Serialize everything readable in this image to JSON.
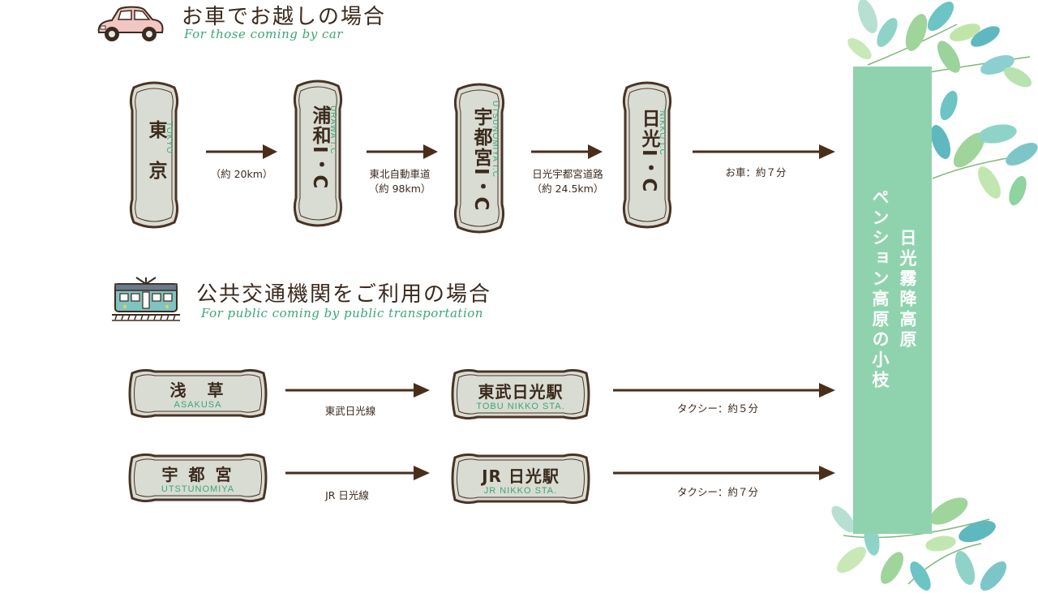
{
  "car_section": {
    "title": "お車でお越しの場合",
    "subtitle": "For those coming by car",
    "stations": [
      {
        "jp": "東　京",
        "en": "TOKYO"
      },
      {
        "jp": "浦和I・C",
        "en": "URAWA I.C"
      },
      {
        "jp": "宇都宮I・C",
        "en": "UTSUNOMIYA I.C"
      },
      {
        "jp": "日光I・C",
        "en": "NIKKO I.C"
      }
    ],
    "segments": [
      {
        "line1": "（約 20km）",
        "line2": ""
      },
      {
        "line1": "東北自動車道",
        "line2": "（約 98km）"
      },
      {
        "line1": "日光宇都宮道路",
        "line2": "（約 24.5km）"
      },
      {
        "line1": "お車：約７分",
        "line2": ""
      }
    ]
  },
  "transit_section": {
    "title": "公共交通機関をご利用の場合",
    "subtitle": "For public coming by public transportation",
    "routes": [
      {
        "from": {
          "jp": "浅　草",
          "en": "ASAKUSA"
        },
        "line": "東武日光線",
        "to": {
          "jp": "東武日光駅",
          "en": "TOBU NIKKO STA."
        },
        "taxi": "タクシー：約５分"
      },
      {
        "from": {
          "jp": "宇 都 宮",
          "en": "UTSTUNOMIYA"
        },
        "line": "JR 日光線",
        "to": {
          "jp": "JR 日光駅",
          "en": "JR NIKKO STA."
        },
        "taxi": "タクシー：約７分"
      }
    ]
  },
  "destination": {
    "line1": "日光霧降高原",
    "line2": "ペンション高原の小枝"
  },
  "colors": {
    "brown": "#3b2a1e",
    "green_text": "#3aa678",
    "banner": "#8fd3ae",
    "sign_fill": "#d9dcd2",
    "car_pink": "#f2c6c2",
    "train_teal": "#7fc4c0"
  },
  "icons": [
    "car-icon",
    "train-icon",
    "leaf-decoration"
  ]
}
